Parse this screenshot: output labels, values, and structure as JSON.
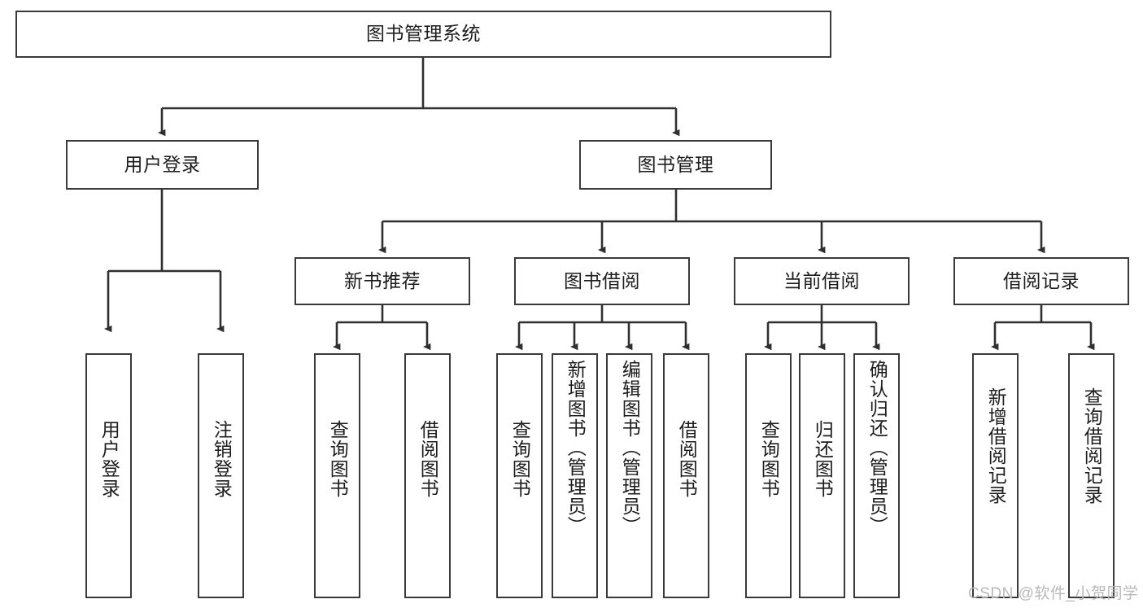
{
  "diagram": {
    "type": "tree-hierarchy-chart",
    "title": "图书管理系统",
    "stroke_color": "#3a3a3a",
    "background_color": "#ffffff",
    "text_color": "#1d1d1d",
    "levels": 3,
    "root": {
      "label": "图书管理系统",
      "orientation": "horizontal"
    },
    "level2": [
      {
        "label": "用户登录",
        "orientation": "horizontal"
      },
      {
        "label": "图书管理",
        "orientation": "horizontal"
      }
    ],
    "level3": [
      {
        "label": "新书推荐",
        "orientation": "horizontal",
        "parent": "图书管理"
      },
      {
        "label": "图书借阅",
        "orientation": "horizontal",
        "parent": "图书管理"
      },
      {
        "label": "当前借阅",
        "orientation": "horizontal",
        "parent": "图书管理"
      },
      {
        "label": "借阅记录",
        "orientation": "horizontal",
        "parent": "图书管理"
      }
    ],
    "leaves": {
      "user_login": [
        {
          "label": "用户登录",
          "orientation": "vertical"
        },
        {
          "label": "注销登录",
          "orientation": "vertical"
        }
      ],
      "new_book_recommend": [
        {
          "label": "查询图书",
          "orientation": "vertical"
        },
        {
          "label": "借阅图书",
          "orientation": "vertical"
        }
      ],
      "book_borrow": [
        {
          "label": "查询图书",
          "orientation": "vertical"
        },
        {
          "label": "新增图书（管理员）",
          "orientation": "vertical"
        },
        {
          "label": "编辑图书（管理员）",
          "orientation": "vertical"
        },
        {
          "label": "借阅图书",
          "orientation": "vertical"
        }
      ],
      "current_borrow": [
        {
          "label": "查询图书",
          "orientation": "vertical"
        },
        {
          "label": "归还图书",
          "orientation": "vertical"
        },
        {
          "label": "确认归还（管理员）",
          "orientation": "vertical"
        }
      ],
      "borrow_record": [
        {
          "label": "新增借阅记录",
          "orientation": "vertical"
        },
        {
          "label": "查询借阅记录",
          "orientation": "vertical"
        }
      ]
    }
  },
  "watermark": {
    "text": "CSDN @软件_小贺同学",
    "color": "#b9b9b9"
  }
}
